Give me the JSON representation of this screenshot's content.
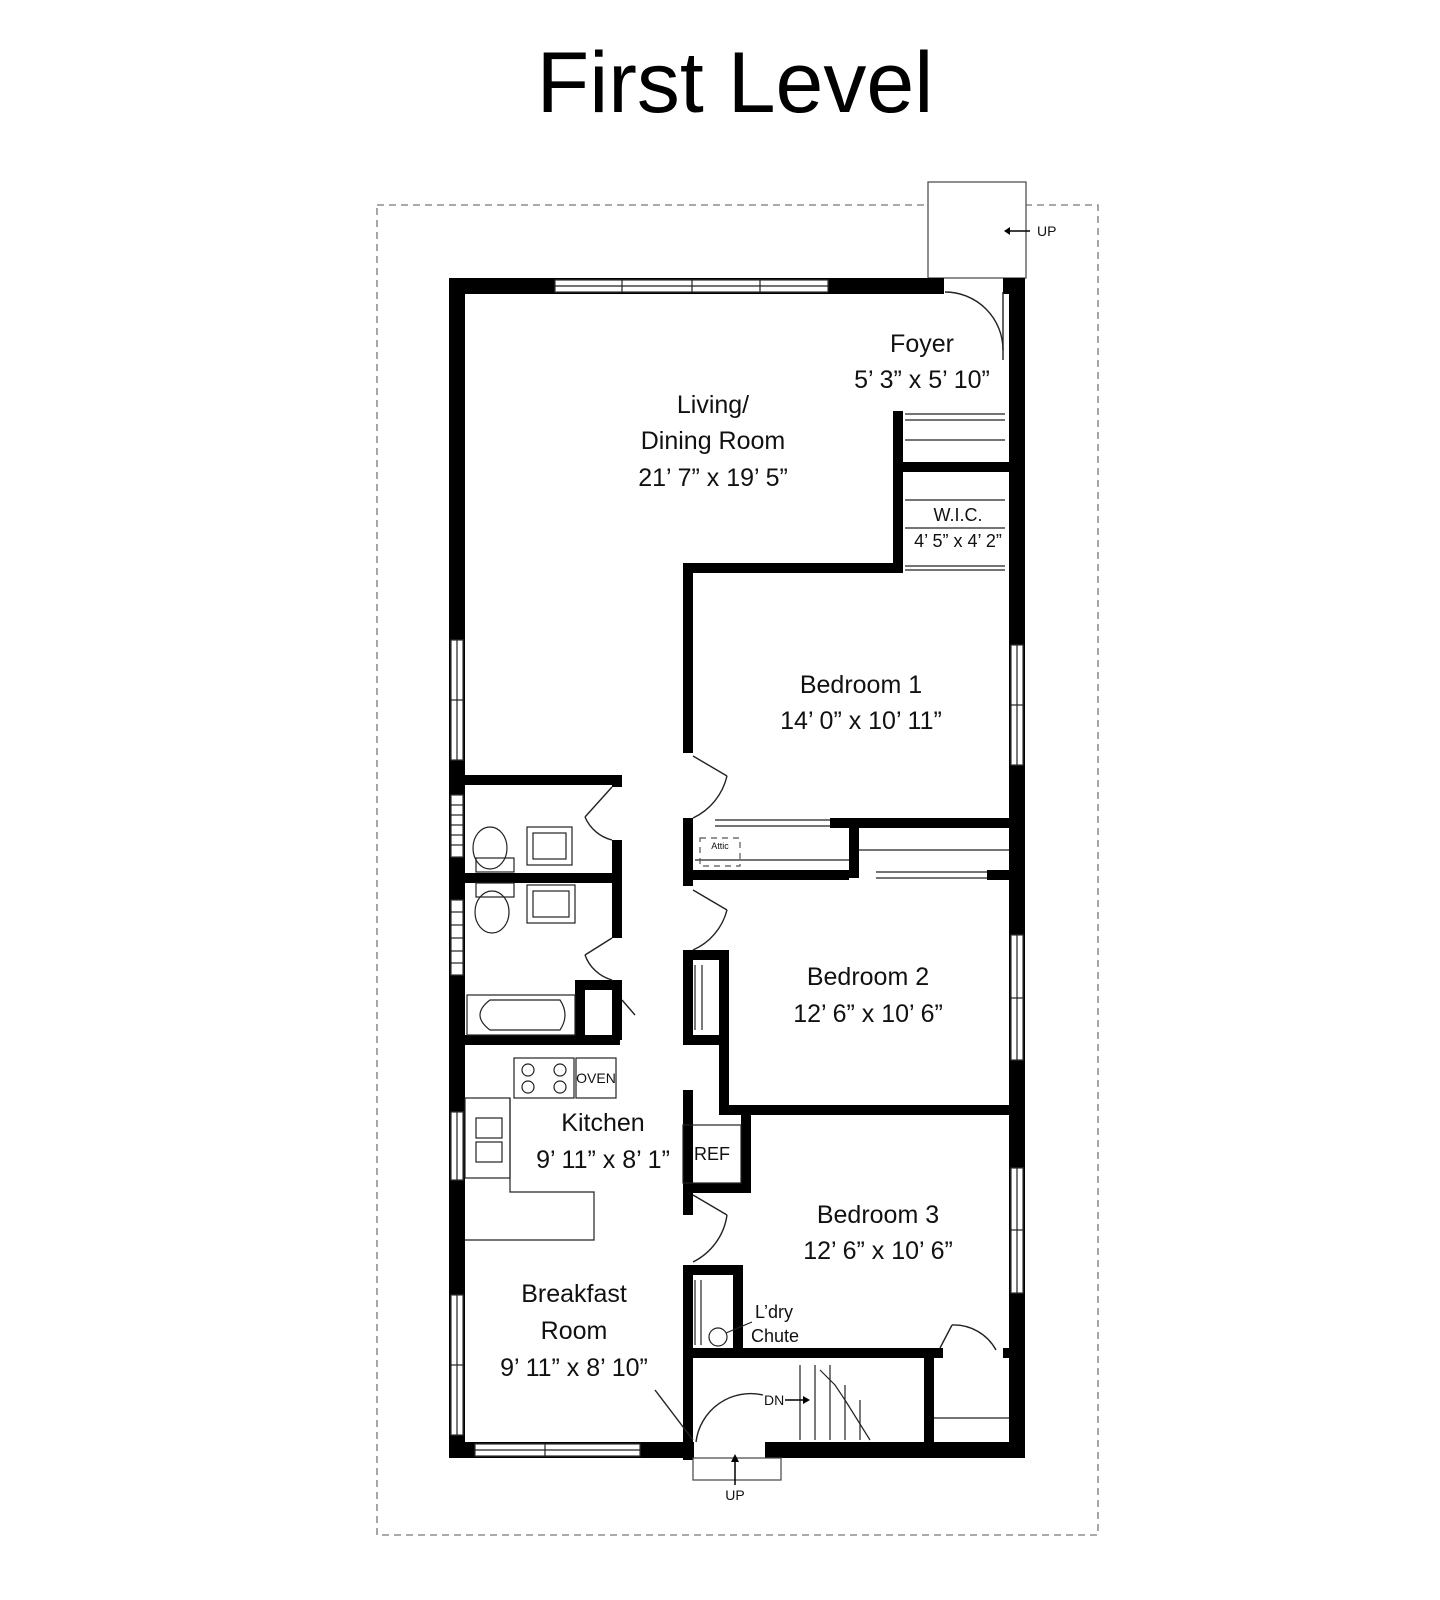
{
  "title": "First Level",
  "rooms": {
    "foyer": {
      "name": "Foyer",
      "size": "5’ 3” x 5’ 10”"
    },
    "living": {
      "name_line1": "Living/",
      "name_line2": "Dining Room",
      "size": "21’ 7” x 19’ 5”"
    },
    "wic": {
      "name": "W.I.C.",
      "size": "4’ 5” x 4’ 2”"
    },
    "bedroom1": {
      "name": "Bedroom 1",
      "size": "14’ 0” x 10’ 11”"
    },
    "bedroom2": {
      "name": "Bedroom 2",
      "size": "12’ 6” x 10’ 6”"
    },
    "bedroom3": {
      "name": "Bedroom 3",
      "size": "12’ 6” x 10’ 6”"
    },
    "kitchen": {
      "name": "Kitchen",
      "size": "9’ 11” x 8’ 1”"
    },
    "breakfast": {
      "name_line1": "Breakfast",
      "name_line2": "Room",
      "size": "9’ 11” x 8’ 10”"
    }
  },
  "fixtures": {
    "attic": "Attic",
    "oven": "OVEN",
    "refrigerator": "REF",
    "laundry_chute_line1": "L’dry",
    "laundry_chute_line2": "Chute"
  },
  "stairs": {
    "top_right": "UP",
    "bottom_entry": "UP",
    "down": "DN"
  }
}
